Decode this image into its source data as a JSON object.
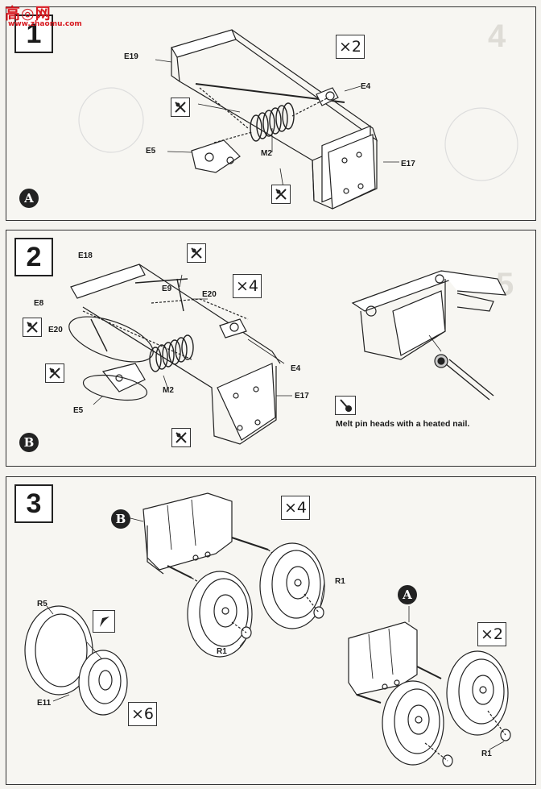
{
  "watermark": {
    "main": "高◎网",
    "sub": "www.zhaomu.com"
  },
  "markers": {
    "a": "A",
    "b": "B"
  },
  "steps": [
    {
      "number": "1",
      "multiplier": "×2",
      "labels": {
        "e19": "E19",
        "e4": "E4",
        "e5": "E5",
        "m2": "M2",
        "e17": "E17"
      },
      "background_mark": "4"
    },
    {
      "number": "2",
      "multiplier": "×4",
      "labels": {
        "e18": "E18",
        "e9": "E9",
        "e20a": "E20",
        "e8": "E8",
        "e20b": "E20",
        "e4": "E4",
        "m2": "M2",
        "e17": "E17",
        "e5": "E5"
      },
      "note": "Melt pin heads with a heated nail.",
      "background_mark": "5"
    },
    {
      "number": "3",
      "multiplier_top": "×4",
      "multiplier_wheels": "×6",
      "multiplier_bottom": "×2",
      "labels": {
        "r5": "R5",
        "e11": "E11",
        "r1a": "R1",
        "r1b": "R1",
        "r1c": "R1"
      }
    }
  ]
}
